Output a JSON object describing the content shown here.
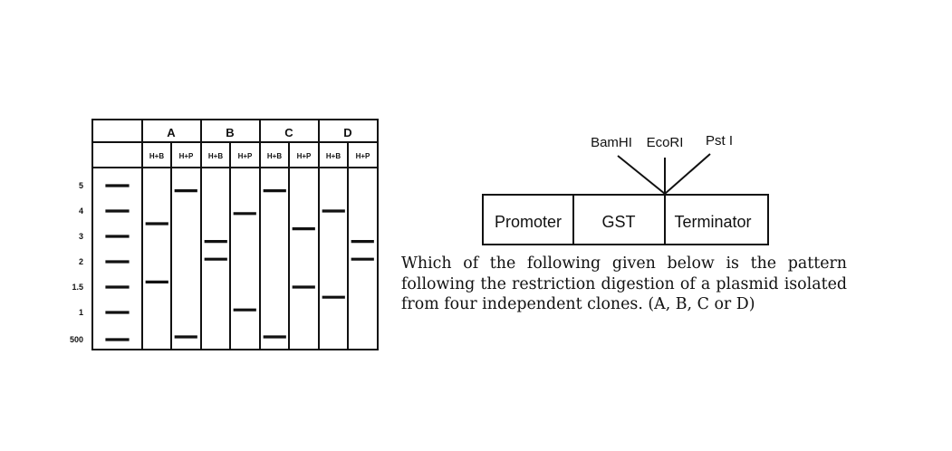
{
  "gel": {
    "ladder_sizes": [
      "5",
      "4",
      "3",
      "2",
      "1.5",
      "1",
      "500"
    ],
    "clones": [
      "A",
      "B",
      "C",
      "D"
    ],
    "lane_labels": [
      "H+B",
      "H+P",
      "H+B",
      "H+P",
      "H+B",
      "H+P",
      "H+B",
      "H+P"
    ],
    "lanes": [
      {
        "clone": "A",
        "digest": "H+B",
        "bands_kb": [
          3.5,
          1.6
        ]
      },
      {
        "clone": "A",
        "digest": "H+P",
        "bands_kb": [
          4.8,
          0.55
        ]
      },
      {
        "clone": "B",
        "digest": "H+B",
        "bands_kb": [
          2.8,
          2.1
        ]
      },
      {
        "clone": "B",
        "digest": "H+P",
        "bands_kb": [
          3.9,
          1.05
        ]
      },
      {
        "clone": "C",
        "digest": "H+B",
        "bands_kb": [
          4.8,
          0.55
        ]
      },
      {
        "clone": "C",
        "digest": "H+P",
        "bands_kb": [
          3.3,
          1.5
        ]
      },
      {
        "clone": "D",
        "digest": "H+B",
        "bands_kb": [
          4.0,
          1.3
        ]
      },
      {
        "clone": "D",
        "digest": "H+P",
        "bands_kb": [
          2.8,
          2.1
        ]
      }
    ]
  },
  "plasmid": {
    "enzymes": [
      "BamHI",
      "EcoRI",
      "Pst I"
    ],
    "segments": [
      "Promoter",
      "GST",
      "Terminator"
    ]
  },
  "question": {
    "text": "Which of the following given below is the pattern following the restriction digestion of a plasmid isolated from four independent clones. (A, B, C or D)"
  }
}
